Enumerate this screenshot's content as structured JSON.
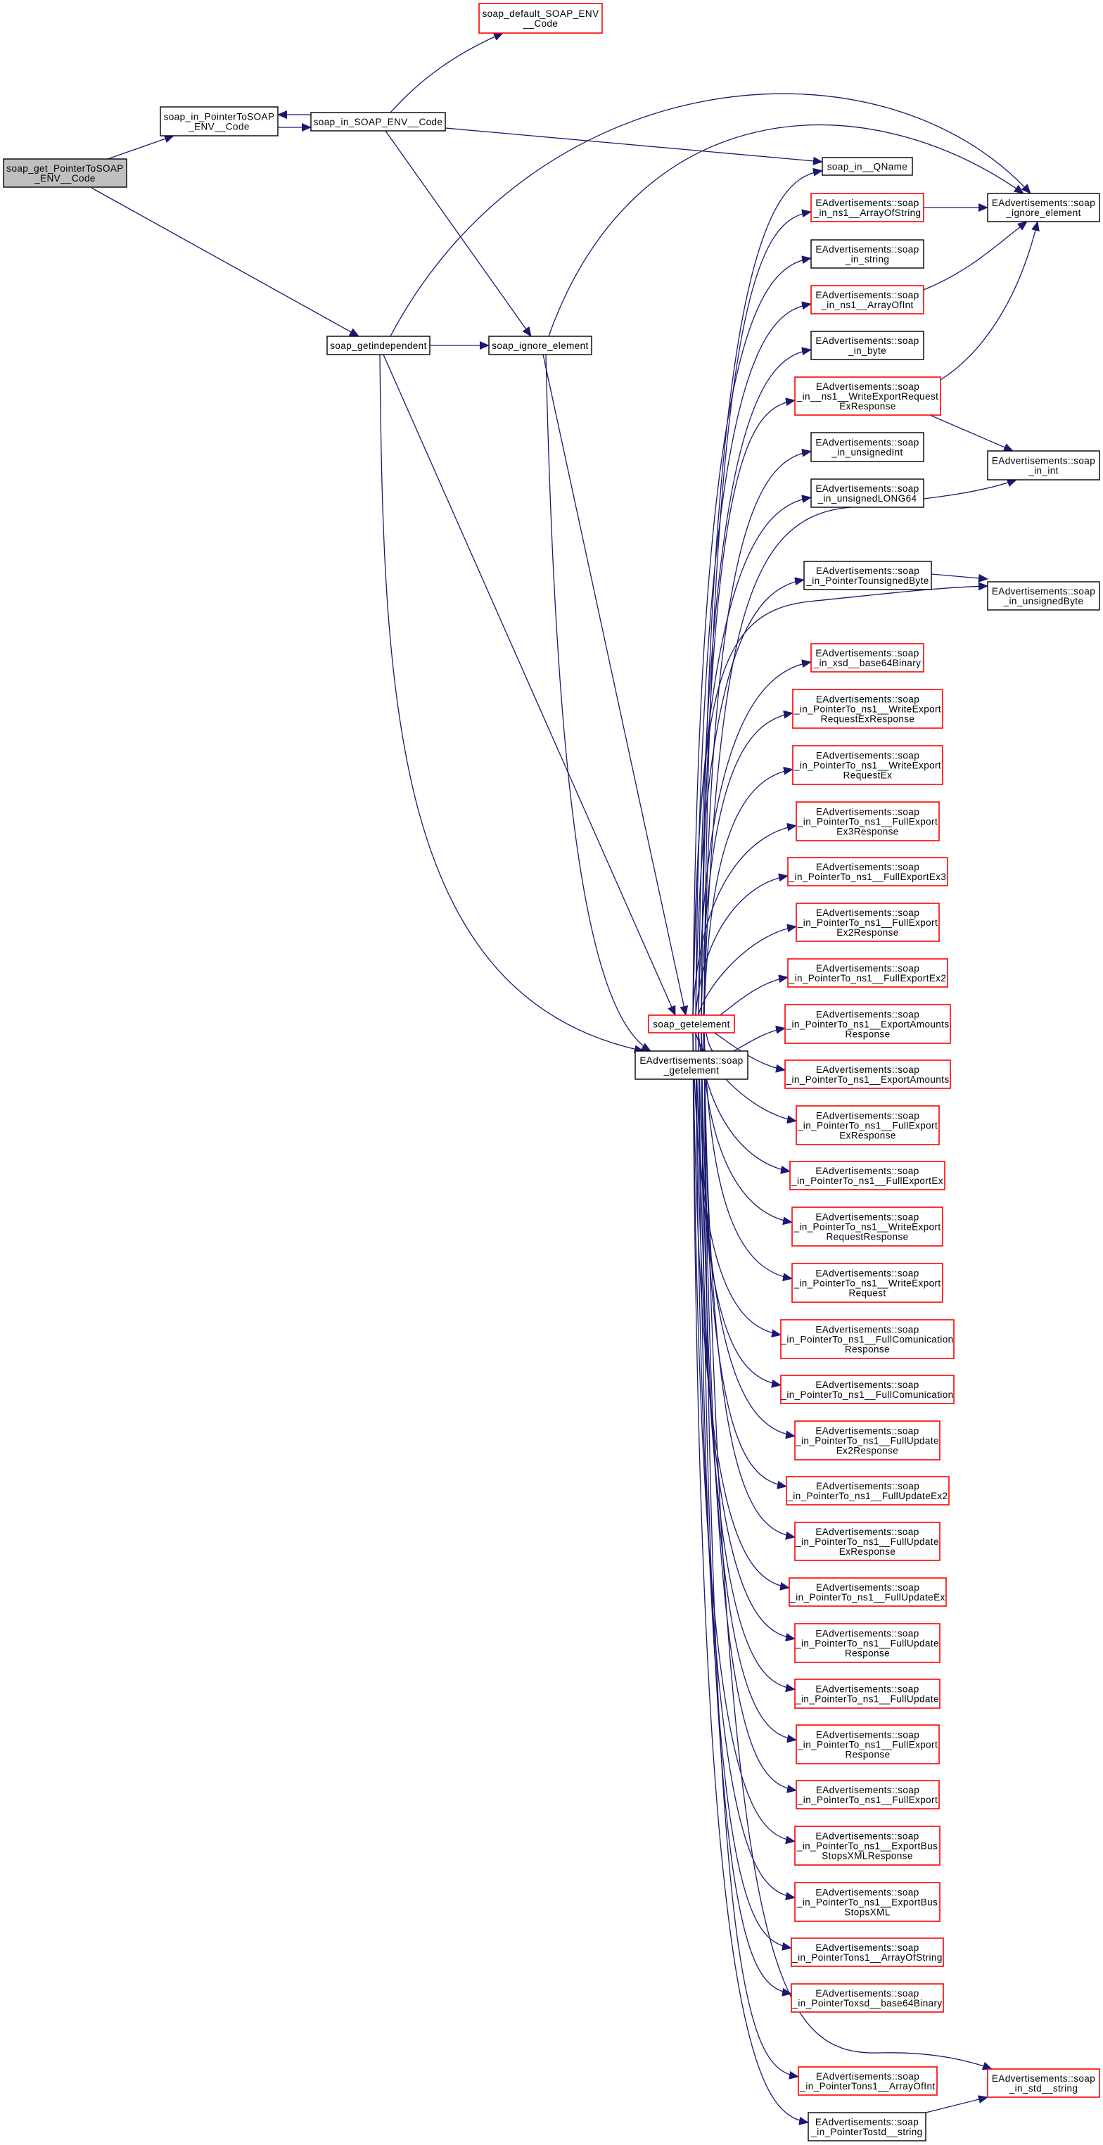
{
  "graph": {
    "colors": {
      "edge": "#191970",
      "normal_border": "#000000",
      "red_border": "#ff0000",
      "current_fill": "#bfbfbf"
    },
    "nodes": [
      {
        "id": "get",
        "style": "current",
        "lines": [
          "soap_get_PointerToSOAP",
          "_ENV__Code"
        ]
      },
      {
        "id": "ptrsoap",
        "style": "normal",
        "lines": [
          "soap_in_PointerToSOAP",
          "_ENV__Code"
        ]
      },
      {
        "id": "envcode",
        "style": "normal",
        "lines": [
          "soap_in_SOAP_ENV__Code"
        ]
      },
      {
        "id": "default",
        "style": "red",
        "lines": [
          "soap_default_SOAP_ENV",
          "__Code"
        ]
      },
      {
        "id": "getind",
        "style": "normal",
        "lines": [
          "soap_getindependent"
        ]
      },
      {
        "id": "ignore",
        "style": "normal",
        "lines": [
          "soap_ignore_element"
        ]
      },
      {
        "id": "getelement",
        "style": "red",
        "lines": [
          "soap_getelement"
        ]
      },
      {
        "id": "eagetelement",
        "style": "normal",
        "lines": [
          "EAdvertisements::soap",
          "_getelement"
        ]
      },
      {
        "id": "qname",
        "style": "normal",
        "lines": [
          "soap_in__QName"
        ]
      },
      {
        "id": "aos",
        "style": "red",
        "lines": [
          "EAdvertisements::soap",
          "_in_ns1__ArrayOfString"
        ]
      },
      {
        "id": "eaignore",
        "style": "normal",
        "lines": [
          "EAdvertisements::soap",
          "_ignore_element"
        ]
      },
      {
        "id": "instring",
        "style": "normal",
        "lines": [
          "EAdvertisements::soap",
          "_in_string"
        ]
      },
      {
        "id": "aoi",
        "style": "red",
        "lines": [
          "EAdvertisements::soap",
          "_in_ns1__ArrayOfInt"
        ]
      },
      {
        "id": "inbyte",
        "style": "normal",
        "lines": [
          "EAdvertisements::soap",
          "_in_byte"
        ]
      },
      {
        "id": "wereresp",
        "style": "red",
        "lines": [
          "EAdvertisements::soap",
          "_in__ns1__WriteExportRequest",
          "ExResponse"
        ]
      },
      {
        "id": "uint",
        "style": "normal",
        "lines": [
          "EAdvertisements::soap",
          "_in_unsignedInt"
        ]
      },
      {
        "id": "ulong",
        "style": "normal",
        "lines": [
          "EAdvertisements::soap",
          "_in_unsignedLONG64"
        ]
      },
      {
        "id": "inint",
        "style": "normal",
        "lines": [
          "EAdvertisements::soap",
          "_in_int"
        ]
      },
      {
        "id": "ptrubyte",
        "style": "normal",
        "lines": [
          "EAdvertisements::soap",
          "_in_PointerTounsignedByte"
        ]
      },
      {
        "id": "ubyte",
        "style": "normal",
        "lines": [
          "EAdvertisements::soap",
          "_in_unsignedByte"
        ]
      },
      {
        "id": "xsdb64",
        "style": "red",
        "lines": [
          "EAdvertisements::soap",
          "_in_xsd__base64Binary"
        ]
      },
      {
        "id": "p_wereresp",
        "style": "red",
        "lines": [
          "EAdvertisements::soap",
          "_in_PointerTo_ns1__WriteExport",
          "RequestExResponse"
        ]
      },
      {
        "id": "p_wereex",
        "style": "red",
        "lines": [
          "EAdvertisements::soap",
          "_in_PointerTo_ns1__WriteExport",
          "RequestEx"
        ]
      },
      {
        "id": "p_fe3resp",
        "style": "red",
        "lines": [
          "EAdvertisements::soap",
          "_in_PointerTo_ns1__FullExport",
          "Ex3Response"
        ]
      },
      {
        "id": "p_fe3",
        "style": "red",
        "lines": [
          "EAdvertisements::soap",
          "_in_PointerTo_ns1__FullExportEx3"
        ]
      },
      {
        "id": "p_fe2resp",
        "style": "red",
        "lines": [
          "EAdvertisements::soap",
          "_in_PointerTo_ns1__FullExport",
          "Ex2Response"
        ]
      },
      {
        "id": "p_fe2",
        "style": "red",
        "lines": [
          "EAdvertisements::soap",
          "_in_PointerTo_ns1__FullExportEx2"
        ]
      },
      {
        "id": "p_earesp",
        "style": "red",
        "lines": [
          "EAdvertisements::soap",
          "_in_PointerTo_ns1__ExportAmounts",
          "Response"
        ]
      },
      {
        "id": "p_ea",
        "style": "red",
        "lines": [
          "EAdvertisements::soap",
          "_in_PointerTo_ns1__ExportAmounts"
        ]
      },
      {
        "id": "p_feexresp",
        "style": "red",
        "lines": [
          "EAdvertisements::soap",
          "_in_PointerTo_ns1__FullExport",
          "ExResponse"
        ]
      },
      {
        "id": "p_feex",
        "style": "red",
        "lines": [
          "EAdvertisements::soap",
          "_in_PointerTo_ns1__FullExportEx"
        ]
      },
      {
        "id": "p_werresp",
        "style": "red",
        "lines": [
          "EAdvertisements::soap",
          "_in_PointerTo_ns1__WriteExport",
          "RequestResponse"
        ]
      },
      {
        "id": "p_wer",
        "style": "red",
        "lines": [
          "EAdvertisements::soap",
          "_in_PointerTo_ns1__WriteExport",
          "Request"
        ]
      },
      {
        "id": "p_fcresp",
        "style": "red",
        "lines": [
          "EAdvertisements::soap",
          "_in_PointerTo_ns1__FullComunication",
          "Response"
        ]
      },
      {
        "id": "p_fc",
        "style": "red",
        "lines": [
          "EAdvertisements::soap",
          "_in_PointerTo_ns1__FullComunication"
        ]
      },
      {
        "id": "p_fu2resp",
        "style": "red",
        "lines": [
          "EAdvertisements::soap",
          "_in_PointerTo_ns1__FullUpdate",
          "Ex2Response"
        ]
      },
      {
        "id": "p_fu2",
        "style": "red",
        "lines": [
          "EAdvertisements::soap",
          "_in_PointerTo_ns1__FullUpdateEx2"
        ]
      },
      {
        "id": "p_fuexresp",
        "style": "red",
        "lines": [
          "EAdvertisements::soap",
          "_in_PointerTo_ns1__FullUpdate",
          "ExResponse"
        ]
      },
      {
        "id": "p_fuex",
        "style": "red",
        "lines": [
          "EAdvertisements::soap",
          "_in_PointerTo_ns1__FullUpdateEx"
        ]
      },
      {
        "id": "p_furesp",
        "style": "red",
        "lines": [
          "EAdvertisements::soap",
          "_in_PointerTo_ns1__FullUpdate",
          "Response"
        ]
      },
      {
        "id": "p_fu",
        "style": "red",
        "lines": [
          "EAdvertisements::soap",
          "_in_PointerTo_ns1__FullUpdate"
        ]
      },
      {
        "id": "p_feresp",
        "style": "red",
        "lines": [
          "EAdvertisements::soap",
          "_in_PointerTo_ns1__FullExport",
          "Response"
        ]
      },
      {
        "id": "p_fe",
        "style": "red",
        "lines": [
          "EAdvertisements::soap",
          "_in_PointerTo_ns1__FullExport"
        ]
      },
      {
        "id": "p_ebsresp",
        "style": "red",
        "lines": [
          "EAdvertisements::soap",
          "_in_PointerTo_ns1__ExportBus",
          "StopsXMLResponse"
        ]
      },
      {
        "id": "p_ebs",
        "style": "red",
        "lines": [
          "EAdvertisements::soap",
          "_in_PointerTo_ns1__ExportBus",
          "StopsXML"
        ]
      },
      {
        "id": "p_aos",
        "style": "red",
        "lines": [
          "EAdvertisements::soap",
          "_in_PointerTons1__ArrayOfString"
        ]
      },
      {
        "id": "p_xsdb64",
        "style": "red",
        "lines": [
          "EAdvertisements::soap",
          "_in_PointerToxsd__base64Binary"
        ]
      },
      {
        "id": "p_aoi",
        "style": "red",
        "lines": [
          "EAdvertisements::soap",
          "_in_PointerTons1__ArrayOfInt"
        ]
      },
      {
        "id": "p_std",
        "style": "normal",
        "lines": [
          "EAdvertisements::soap",
          "_in_PointerTostd__string"
        ]
      },
      {
        "id": "instd",
        "style": "red",
        "lines": [
          "EAdvertisements::soap",
          "_in_std__string"
        ]
      }
    ],
    "edges": [
      [
        "get",
        "ptrsoap"
      ],
      [
        "ptrsoap",
        "envcode"
      ],
      [
        "envcode",
        "ptrsoap"
      ],
      [
        "envcode",
        "default"
      ],
      [
        "envcode",
        "qname"
      ],
      [
        "envcode",
        "ignore"
      ],
      [
        "get",
        "getind"
      ],
      [
        "getind",
        "ignore"
      ],
      [
        "getind",
        "eaignore"
      ],
      [
        "ignore",
        "eaignore"
      ],
      [
        "getind",
        "getelement"
      ],
      [
        "getind",
        "eagetelement"
      ],
      [
        "ignore",
        "getelement"
      ],
      [
        "ignore",
        "eagetelement"
      ],
      [
        "aos",
        "eaignore"
      ],
      [
        "aoi",
        "eaignore"
      ],
      [
        "wereresp",
        "eaignore"
      ],
      [
        "wereresp",
        "inint"
      ],
      [
        "ptrubyte",
        "ubyte"
      ],
      [
        "p_std",
        "instd"
      ],
      [
        "getelement",
        "ubyte"
      ],
      [
        "getelement",
        "inint"
      ],
      [
        "getelement",
        "instd"
      ],
      [
        "getelement",
        "qname"
      ],
      [
        "getelement",
        "aos"
      ],
      [
        "getelement",
        "instring"
      ],
      [
        "getelement",
        "aoi"
      ],
      [
        "getelement",
        "inbyte"
      ],
      [
        "getelement",
        "wereresp"
      ],
      [
        "getelement",
        "uint"
      ],
      [
        "getelement",
        "ulong"
      ],
      [
        "getelement",
        "ptrubyte"
      ],
      [
        "getelement",
        "xsdb64"
      ],
      [
        "getelement",
        "p_wereresp"
      ],
      [
        "getelement",
        "p_wereex"
      ],
      [
        "getelement",
        "p_fe3resp"
      ],
      [
        "getelement",
        "p_fe3"
      ],
      [
        "getelement",
        "p_fe2resp"
      ],
      [
        "getelement",
        "p_fe2"
      ],
      [
        "getelement",
        "p_earesp"
      ],
      [
        "getelement",
        "p_ea"
      ],
      [
        "getelement",
        "p_feexresp"
      ],
      [
        "getelement",
        "p_feex"
      ],
      [
        "getelement",
        "p_werresp"
      ],
      [
        "getelement",
        "p_wer"
      ],
      [
        "getelement",
        "p_fcresp"
      ],
      [
        "getelement",
        "p_fc"
      ],
      [
        "getelement",
        "p_fu2resp"
      ],
      [
        "getelement",
        "p_fu2"
      ],
      [
        "getelement",
        "p_fuexresp"
      ],
      [
        "getelement",
        "p_fuex"
      ],
      [
        "getelement",
        "p_furesp"
      ],
      [
        "getelement",
        "p_fu"
      ],
      [
        "getelement",
        "p_feresp"
      ],
      [
        "getelement",
        "p_fe"
      ],
      [
        "getelement",
        "p_ebsresp"
      ],
      [
        "getelement",
        "p_ebs"
      ],
      [
        "getelement",
        "p_aos"
      ],
      [
        "getelement",
        "p_xsdb64"
      ],
      [
        "getelement",
        "p_aoi"
      ],
      [
        "getelement",
        "p_std"
      ]
    ]
  }
}
